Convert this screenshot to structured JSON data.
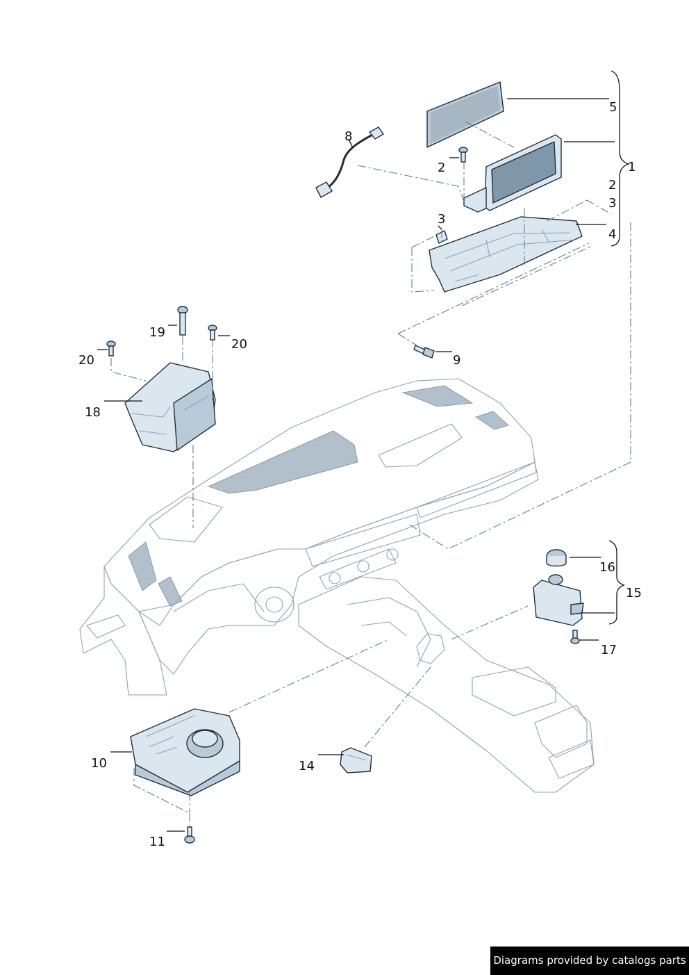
{
  "callouts": {
    "c1": "1",
    "c2a": "2",
    "c2b": "2",
    "c3a": "3",
    "c3b": "3",
    "c4": "4",
    "c5": "5",
    "c8": "8",
    "c9": "9",
    "c10": "10",
    "c11": "11",
    "c14": "14",
    "c15": "15",
    "c16": "16",
    "c17": "17",
    "c18": "18",
    "c19": "19",
    "c20a": "20",
    "c20b": "20"
  },
  "footer": {
    "credit": "Diagrams provided by catalogs parts"
  },
  "colors": {
    "part_fill": "#dbe6ee",
    "part_fill_dark": "#b9cbd8",
    "outline": "#1f2f3d",
    "leader_dash": "#5d7f9a",
    "credit_background": "#000000",
    "credit_text": "#ffffff"
  }
}
